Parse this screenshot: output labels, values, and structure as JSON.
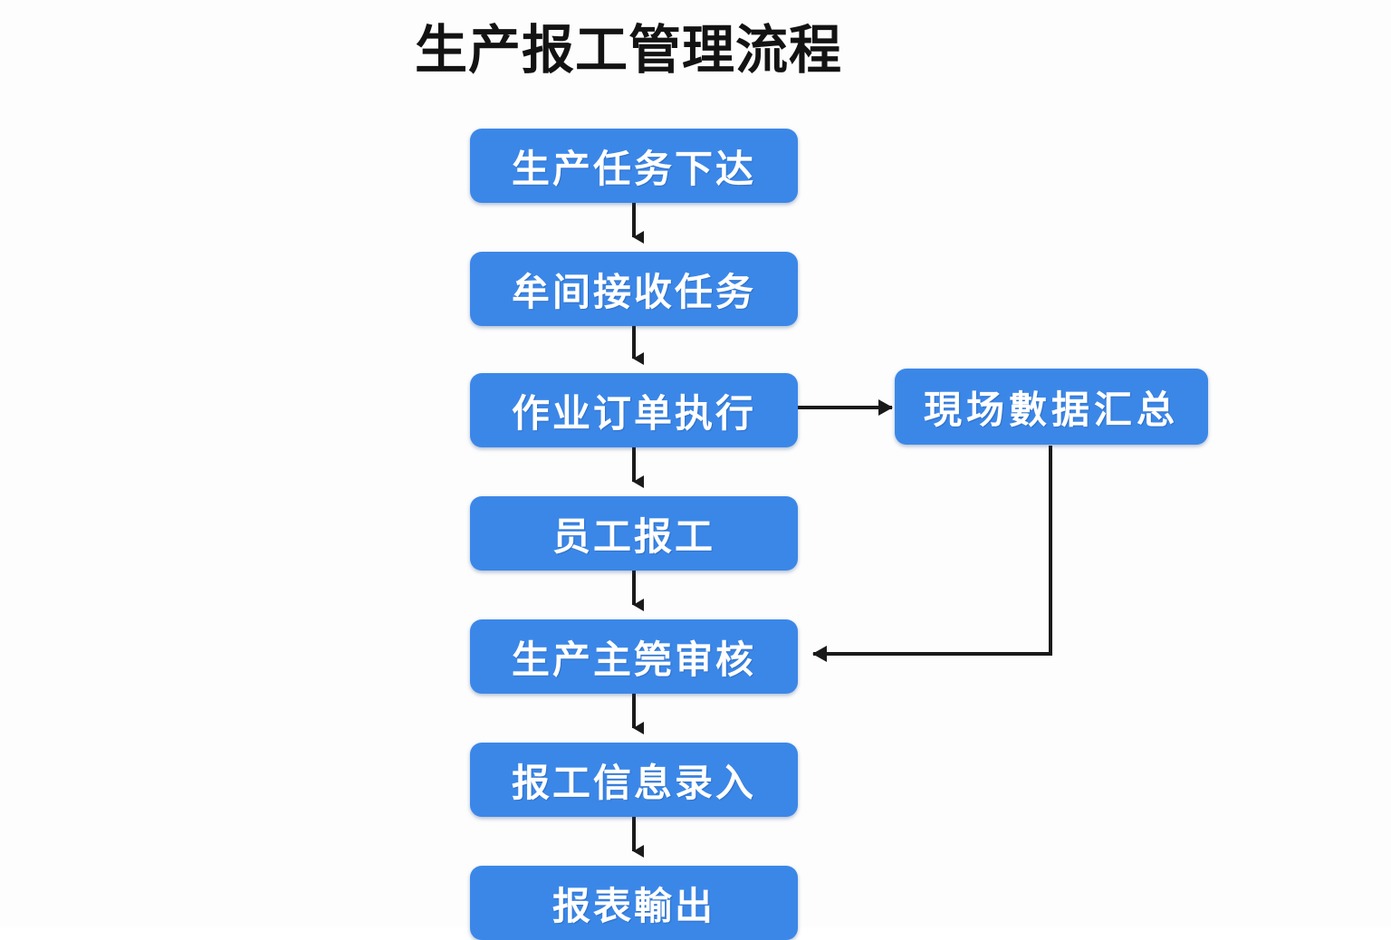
{
  "diagram": {
    "title": "生产报工管理流程",
    "background_color": "#fdfdfd",
    "node_fill_color": "#3b87e8",
    "node_text_color": "#ffffff",
    "connector_color": "#1a1a1a",
    "nodes": [
      {
        "id": "n0",
        "label": "生产任务下达"
      },
      {
        "id": "n1",
        "label": "牟间接收任务"
      },
      {
        "id": "n2",
        "label": "作业订单执行"
      },
      {
        "id": "n3",
        "label": "员工报工"
      },
      {
        "id": "n4",
        "label": "生产主筦审核"
      },
      {
        "id": "n5",
        "label": "报工信息录入"
      },
      {
        "id": "n6",
        "label": "报表輸出"
      },
      {
        "id": "side",
        "label": "現场數据汇总"
      }
    ],
    "edges": [
      {
        "from": "n0",
        "to": "n1",
        "type": "straight-down"
      },
      {
        "from": "n1",
        "to": "n2",
        "type": "straight-down"
      },
      {
        "from": "n2",
        "to": "n3",
        "type": "straight-down"
      },
      {
        "from": "n3",
        "to": "n4",
        "type": "straight-down"
      },
      {
        "from": "n4",
        "to": "n5",
        "type": "straight-down"
      },
      {
        "from": "n5",
        "to": "n6",
        "type": "straight-down"
      },
      {
        "from": "n2",
        "to": "side",
        "type": "straight-right"
      },
      {
        "from": "side",
        "to": "n4",
        "type": "elbow-feedback"
      }
    ]
  }
}
